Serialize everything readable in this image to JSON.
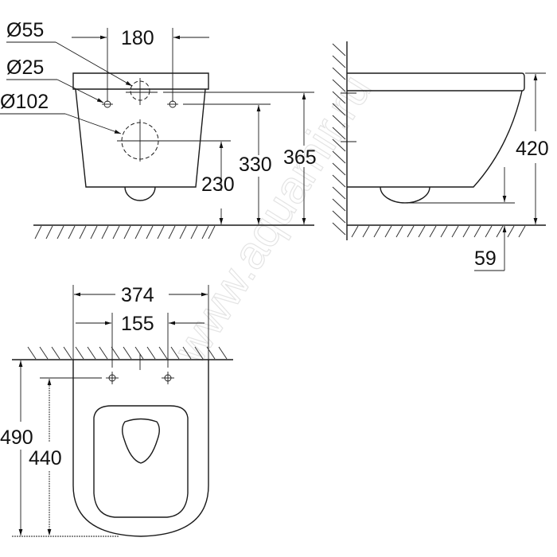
{
  "watermark": "www.aquamir.ru",
  "front_view": {
    "labels": {
      "d55": "Ø55",
      "d25": "Ø25",
      "d102": "Ø102",
      "w180": "180",
      "h230": "230",
      "h330": "330",
      "h365": "365"
    }
  },
  "side_view": {
    "labels": {
      "h420": "420",
      "d59": "59"
    }
  },
  "top_view": {
    "labels": {
      "w374": "374",
      "w155": "155",
      "l490": "490",
      "l440": "440"
    }
  }
}
